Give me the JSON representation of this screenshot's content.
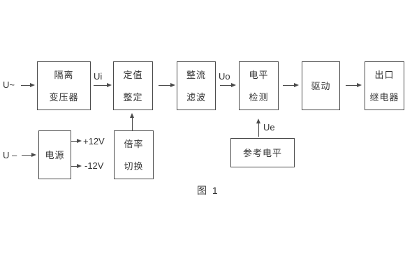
{
  "diagram": {
    "caption": "图 1",
    "colors": {
      "line": "#4a4a4a",
      "text": "#333333",
      "background": "#ffffff"
    },
    "boxes": {
      "isolation": {
        "line1": "隔离",
        "line2": "变压器"
      },
      "setting": {
        "line1": "定值",
        "line2": "整定"
      },
      "rectifier": {
        "line1": "整流",
        "line2": "滤波"
      },
      "level": {
        "line1": "电平",
        "line2": "检测"
      },
      "drive": {
        "label": "驱动"
      },
      "output": {
        "line1": "出口",
        "line2": "继电器"
      },
      "power": {
        "label": "电源"
      },
      "multiplier": {
        "line1": "倍率",
        "line2": "切换"
      },
      "reference": {
        "label": "参考电平"
      }
    },
    "signals": {
      "input_ac": "U~",
      "ui": "Ui",
      "uo": "Uo",
      "plus12": "+12V",
      "minus12": "-12V",
      "input_dc": "U –",
      "ue": "Ue"
    }
  }
}
